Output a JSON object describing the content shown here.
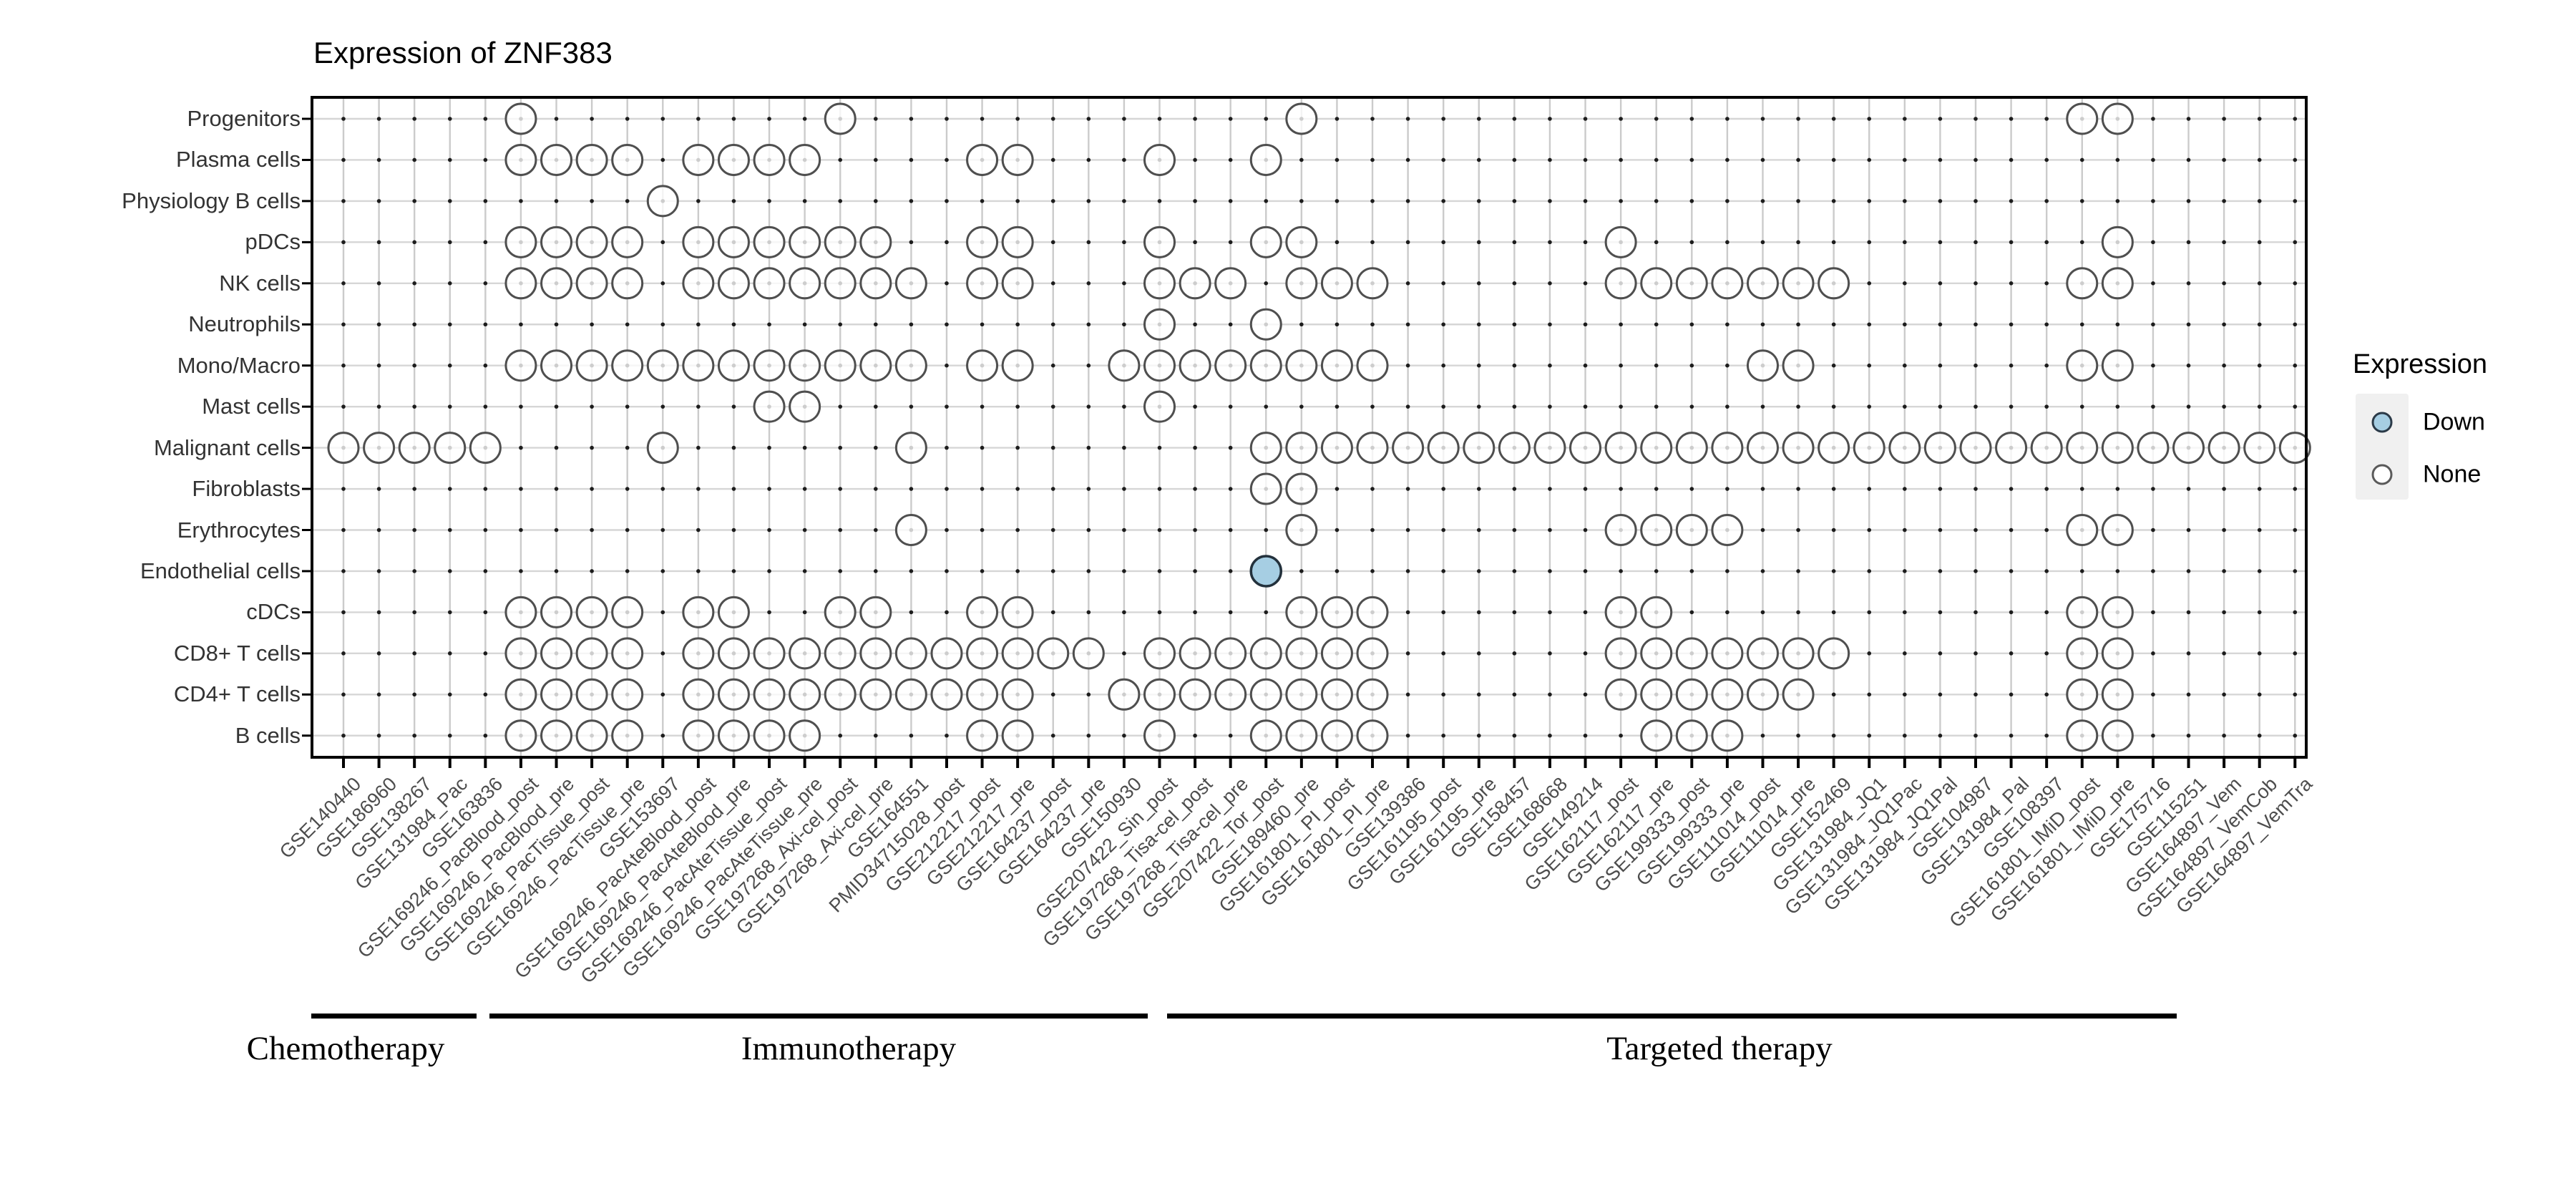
{
  "title": "Expression of ZNF383",
  "legend": {
    "title": "Expression",
    "items": [
      {
        "label": "Down",
        "color": "#A6CEE3"
      },
      {
        "label": "None",
        "color": "#FFFFFF"
      }
    ]
  },
  "groups": [
    {
      "label": "Chemotherapy"
    },
    {
      "label": "Immunotherapy"
    },
    {
      "label": "Targeted therapy"
    }
  ],
  "chart_data": {
    "type": "heatmap",
    "title": "Expression of ZNF383",
    "legend_title": "Expression",
    "legend_values": [
      "Down",
      "None"
    ],
    "grid": true,
    "rows": [
      "Progenitors",
      "Plasma cells",
      "Physiology B cells",
      "pDCs",
      "NK cells",
      "Neutrophils",
      "Mono/Macro",
      "Mast cells",
      "Malignant cells",
      "Fibroblasts",
      "Erythrocytes",
      "Endothelial cells",
      "cDCs",
      "CD8+ T cells",
      "CD4+ T cells",
      "B cells"
    ],
    "columns": [
      "GSE140440",
      "GSE186960",
      "GSE138267",
      "GSE131984_Pac",
      "GSE163836",
      "GSE169246_PacBlood_post",
      "GSE169246_PacBlood_pre",
      "GSE169246_PacTissue_post",
      "GSE169246_PacTissue_pre",
      "GSE153697",
      "GSE169246_PacAteBlood_post",
      "GSE169246_PacAteBlood_pre",
      "GSE169246_PacAteTissue_post",
      "GSE169246_PacAteTissue_pre",
      "GSE197268_Axi-cel_post",
      "GSE197268_Axi-cel_pre",
      "GSE164551",
      "PMID34715028_post",
      "GSE212217_post",
      "GSE212217_pre",
      "GSE164237_post",
      "GSE164237_pre",
      "GSE150930",
      "GSE207422_Sin_post",
      "GSE197268_Tisa-cel_post",
      "GSE197268_Tisa-cel_pre",
      "GSE207422_Tor_post",
      "GSE189460_pre",
      "GSE161801_PI_post",
      "GSE161801_PI_pre",
      "GSE139386",
      "GSE161195_post",
      "GSE161195_pre",
      "GSE158457",
      "GSE168668",
      "GSE149214",
      "GSE162117_post",
      "GSE162117_pre",
      "GSE199333_post",
      "GSE199333_pre",
      "GSE111014_post",
      "GSE111014_pre",
      "GSE152469",
      "GSE131984_JQ1",
      "GSE131984_JQ1Pac",
      "GSE131984_JQ1Pal",
      "GSE104987",
      "GSE131984_Pal",
      "GSE108397",
      "GSE161801_IMiD_post",
      "GSE161801_IMiD_pre",
      "GSE175716",
      "GSE115251",
      "GSE164897_Vem",
      "GSE164897_VemCob",
      "GSE164897_VemTra"
    ],
    "cells_none": {
      "Progenitors": [
        6,
        15,
        28,
        50,
        51
      ],
      "Plasma cells": [
        6,
        7,
        8,
        9,
        11,
        12,
        13,
        14,
        19,
        20,
        24,
        27
      ],
      "Physiology B cells": [
        10
      ],
      "pDCs": [
        6,
        7,
        8,
        9,
        11,
        12,
        13,
        14,
        15,
        16,
        19,
        20,
        24,
        27,
        28,
        37,
        51
      ],
      "NK cells": [
        6,
        7,
        8,
        9,
        11,
        12,
        13,
        14,
        15,
        16,
        17,
        19,
        20,
        24,
        25,
        26,
        28,
        29,
        30,
        37,
        38,
        39,
        40,
        41,
        42,
        43,
        50,
        51
      ],
      "Neutrophils": [
        24,
        27
      ],
      "Mono/Macro": [
        6,
        7,
        8,
        9,
        10,
        11,
        12,
        13,
        14,
        15,
        16,
        17,
        19,
        20,
        23,
        24,
        25,
        26,
        27,
        28,
        29,
        30,
        41,
        42,
        50,
        51
      ],
      "Mast cells": [
        13,
        14,
        24
      ],
      "Malignant cells": [
        1,
        2,
        3,
        4,
        5,
        10,
        17,
        27,
        28,
        29,
        30,
        31,
        32,
        33,
        34,
        35,
        36,
        37,
        38,
        39,
        40,
        41,
        42,
        43,
        44,
        45,
        46,
        47,
        48,
        49,
        50,
        51,
        52,
        53,
        54,
        55,
        56
      ],
      "Fibroblasts": [
        27,
        28
      ],
      "Erythrocytes": [
        17,
        28,
        37,
        38,
        39,
        40,
        50,
        51
      ],
      "Endothelial cells": [],
      "cDCs": [
        6,
        7,
        8,
        9,
        11,
        12,
        15,
        16,
        19,
        20,
        28,
        29,
        30,
        37,
        38,
        50,
        51
      ],
      "CD8+ T cells": [
        6,
        7,
        8,
        9,
        11,
        12,
        13,
        14,
        15,
        16,
        17,
        18,
        19,
        20,
        21,
        22,
        24,
        25,
        26,
        27,
        28,
        29,
        30,
        37,
        38,
        39,
        40,
        41,
        42,
        43,
        50,
        51
      ],
      "CD4+ T cells": [
        6,
        7,
        8,
        9,
        11,
        12,
        13,
        14,
        15,
        16,
        17,
        18,
        19,
        20,
        23,
        24,
        25,
        26,
        27,
        28,
        29,
        30,
        37,
        38,
        39,
        40,
        41,
        42,
        50,
        51
      ],
      "B cells": [
        6,
        7,
        8,
        9,
        11,
        12,
        13,
        14,
        19,
        20,
        24,
        27,
        28,
        29,
        30,
        38,
        39,
        40,
        50,
        51
      ]
    },
    "cells_down": {
      "Endothelial cells": [
        27
      ]
    },
    "group_spans": [
      {
        "label": "Chemotherapy",
        "columns": [
          1,
          5
        ]
      },
      {
        "label": "Immunotherapy",
        "columns": [
          6,
          24
        ]
      },
      {
        "label": "Targeted therapy",
        "columns": [
          25,
          53
        ]
      }
    ]
  }
}
